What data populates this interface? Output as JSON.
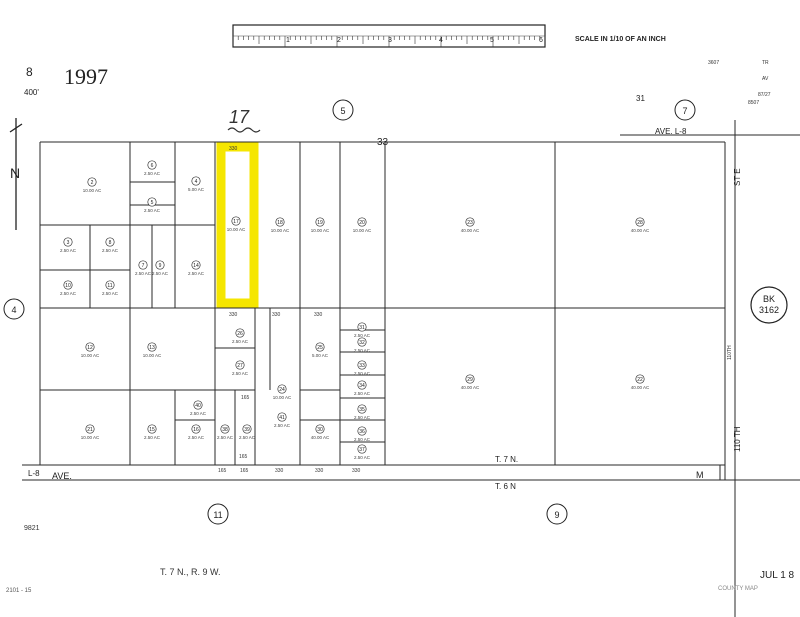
{
  "header": {
    "map_number": "8",
    "scale_note": "400'",
    "year": "1997",
    "handwritten_parcel": "17",
    "scale_caption": "SCALE IN 1/10 OF AN INCH",
    "ruler_ticks": [
      "1",
      "2",
      "3",
      "4",
      "5",
      "6"
    ],
    "top_right_codes": [
      "3607",
      "TR",
      "AV",
      "87/27",
      "8507"
    ]
  },
  "colors": {
    "highlight": "#f5e600",
    "line": "#2a2a2a"
  },
  "roads": {
    "north": "AVE. L-8",
    "north_right": "ST E",
    "south": "AVE.",
    "south_prefix": "L-8",
    "east": "ST E",
    "east_bottom": "110 TH",
    "east_mid": "110TH",
    "corner_code": "M"
  },
  "sections": {
    "north": "5",
    "north_right": "7",
    "west": "4",
    "south_left": "11",
    "south_right": "9",
    "north_code": "33",
    "north_right_code": "31"
  },
  "township": {
    "line_top": "T. 7 N.",
    "line_bottom": "T. 6 N",
    "footer": "T. 7 N., R. 9 W."
  },
  "book": {
    "label": "BK",
    "number": "3162"
  },
  "margin": {
    "north_letter": "N",
    "left_code": "9821",
    "bottom_left": "2101 - 15",
    "date_stamp": "JUL 1 8",
    "bottom_right": "COUNTY MAP"
  },
  "dimensions": [
    "330",
    "330",
    "330",
    "330",
    "165",
    "165",
    "165",
    "165",
    "330",
    "330",
    "330"
  ],
  "parcels": [
    {
      "num": "2",
      "area": "10.00 AC"
    },
    {
      "num": "3",
      "area": "2.50 AC"
    },
    {
      "num": "4",
      "area": "5.00 AC"
    },
    {
      "num": "5",
      "area": "2.50 AC"
    },
    {
      "num": "6",
      "area": "2.50 AC"
    },
    {
      "num": "7",
      "area": "2.50 AC"
    },
    {
      "num": "8",
      "area": "2.50 AC"
    },
    {
      "num": "9",
      "area": "2.50 AC"
    },
    {
      "num": "10",
      "area": "2.50 AC"
    },
    {
      "num": "11",
      "area": "2.50 AC"
    },
    {
      "num": "12",
      "area": "10.00 AC"
    },
    {
      "num": "13",
      "area": "10.00 AC"
    },
    {
      "num": "14",
      "area": "2.50 AC"
    },
    {
      "num": "15",
      "area": "2.50 AC"
    },
    {
      "num": "16",
      "area": "2.50 AC"
    },
    {
      "num": "17",
      "area": "10.00 AC"
    },
    {
      "num": "18",
      "area": "10.00 AC"
    },
    {
      "num": "19",
      "area": "10.00 AC"
    },
    {
      "num": "20",
      "area": "10.00 AC"
    },
    {
      "num": "21",
      "area": "10.00 AC"
    },
    {
      "num": "22",
      "area": "40.00 AC"
    },
    {
      "num": "23",
      "area": "40.00 AC"
    },
    {
      "num": "24",
      "area": "10.00 AC"
    },
    {
      "num": "25",
      "area": "5.00 AC"
    },
    {
      "num": "26",
      "area": "2.50 AC"
    },
    {
      "num": "27",
      "area": "2.50 AC"
    },
    {
      "num": "28",
      "area": "40.00 AC"
    },
    {
      "num": "29",
      "area": "40.00 AC"
    },
    {
      "num": "30",
      "area": "40.00 AC"
    },
    {
      "num": "31",
      "area": "2.50 AC"
    },
    {
      "num": "32",
      "area": "2.50 AC"
    },
    {
      "num": "33",
      "area": "2.50 AC"
    },
    {
      "num": "34",
      "area": "2.50 AC"
    },
    {
      "num": "35",
      "area": "2.50 AC"
    },
    {
      "num": "36",
      "area": "2.50 AC"
    },
    {
      "num": "37",
      "area": "2.50 AC"
    },
    {
      "num": "38",
      "area": "2.50 AC"
    },
    {
      "num": "39",
      "area": "2.50 AC"
    },
    {
      "num": "40",
      "area": "2.50 AC"
    },
    {
      "num": "41",
      "area": "2.50 AC"
    }
  ]
}
